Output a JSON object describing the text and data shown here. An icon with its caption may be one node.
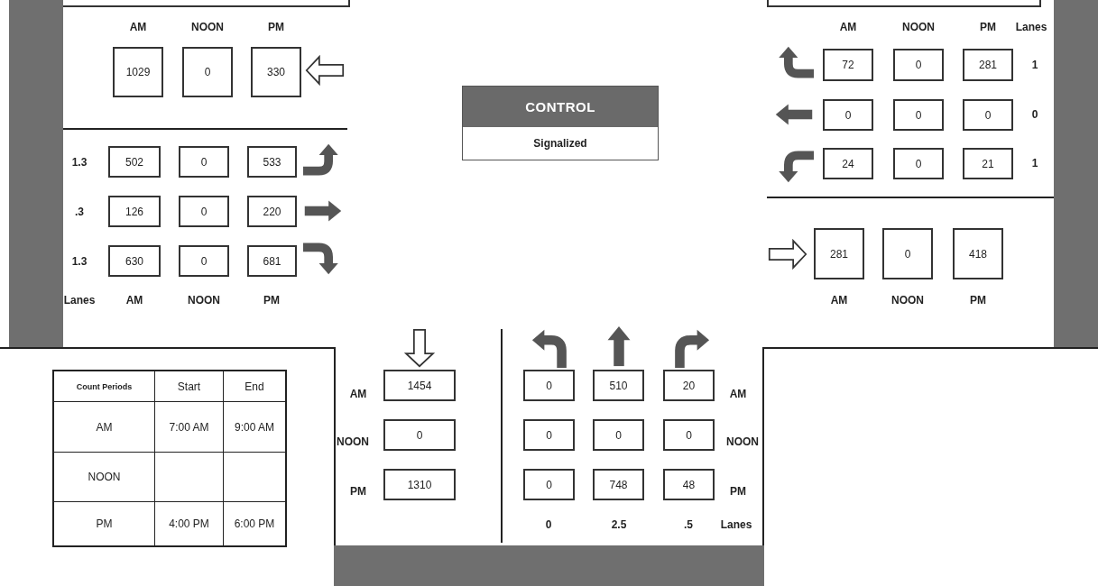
{
  "diagram": {
    "nodes": [
      {
        "text": [
          "1029"
        ]
      },
      {
        "text": [
          "0"
        ]
      },
      {
        "text": [
          "330"
        ]
      },
      {
        "text": [
          "72"
        ]
      },
      {
        "text": [
          "0"
        ]
      },
      {
        "text": [
          "281"
        ]
      },
      {
        "text": [
          "CONTROL",
          "Signalized"
        ]
      },
      {
        "text": [
          "0"
        ]
      },
      {
        "text": [
          "0"
        ]
      },
      {
        "text": [
          "0"
        ]
      },
      {
        "text": [
          "502"
        ]
      },
      {
        "text": [
          "0"
        ]
      },
      {
        "text": [
          "533"
        ]
      },
      {
        "text": [
          "24"
        ]
      },
      {
        "text": [
          "0"
        ]
      },
      {
        "text": [
          "21"
        ]
      },
      {
        "text": [
          "126"
        ]
      },
      {
        "text": [
          "0"
        ]
      },
      {
        "text": [
          "220"
        ]
      },
      {
        "text": [
          "281"
        ]
      },
      {
        "text": [
          "0"
        ]
      },
      {
        "text": [
          "418"
        ]
      },
      {
        "text": [
          "630"
        ]
      },
      {
        "text": [
          "0"
        ]
      },
      {
        "text": [
          "681"
        ]
      },
      {
        "text": [
          "1454"
        ]
      },
      {
        "text": [
          "0"
        ]
      },
      {
        "text": [
          "510"
        ]
      },
      {
        "text": [
          "20"
        ]
      },
      {
        "text": [
          "0"
        ]
      },
      {
        "text": [
          "0"
        ]
      },
      {
        "text": [
          "0"
        ]
      },
      {
        "text": [
          "0"
        ]
      },
      {
        "text": [
          "1310"
        ]
      },
      {
        "text": [
          "0"
        ]
      },
      {
        "text": [
          "748"
        ]
      },
      {
        "text": [
          "48"
        ]
      }
    ],
    "labels": [
      "AM",
      "NOON",
      "PM",
      "AM",
      "NOON",
      "PM",
      "Lanes",
      "1",
      "0",
      "1.3",
      "1",
      ".3",
      "1.3",
      "Lanes",
      "AM",
      "NOON",
      "PM",
      "AM",
      "NOON",
      "PM",
      "AM",
      "NOON",
      "PM",
      "AM",
      "NOON",
      "PM",
      "0",
      "2.5",
      ".5",
      "Lanes",
      "Count Periods",
      "Start",
      "End",
      "AM",
      "7:00 AM",
      "9:00 AM",
      "NOON",
      "PM",
      "4:00 PM",
      "6:00 PM"
    ]
  }
}
